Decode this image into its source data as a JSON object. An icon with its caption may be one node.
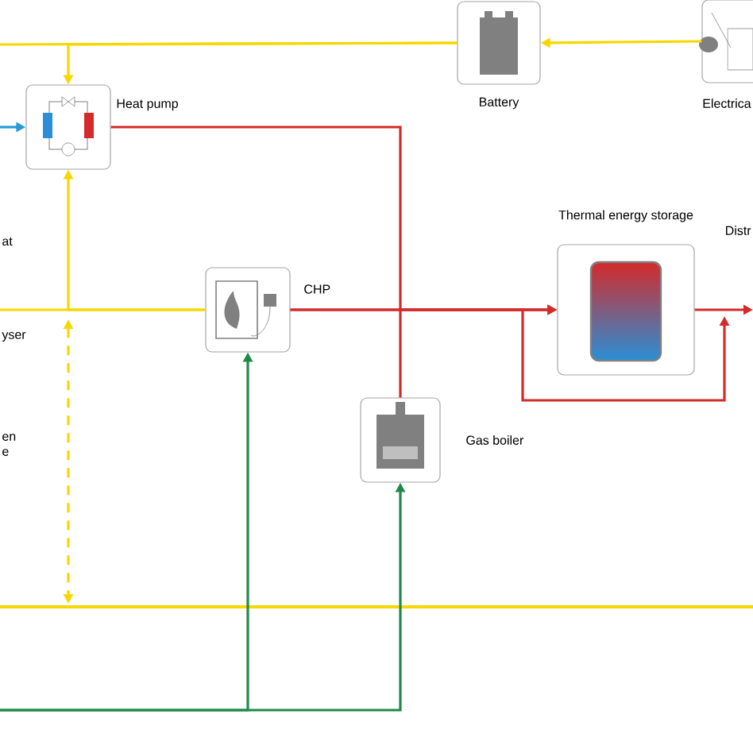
{
  "diagram": {
    "nodes": [
      {
        "text": [
          "Heat pump"
        ]
      },
      {
        "text": [
          "Battery"
        ]
      },
      {
        "text": [
          "Electrica"
        ]
      },
      {
        "text": [
          "CHP"
        ]
      },
      {
        "text": [
          "Thermal energy storage"
        ]
      },
      {
        "text": [
          "Gas boiler"
        ]
      },
      {
        "text": [
          "yser"
        ]
      }
    ],
    "edges": [
      {
        "from": 1,
        "to": 0,
        "arrow": "to"
      },
      {
        "from": 1,
        "to": null,
        "arrow": "none"
      },
      {
        "from": 2,
        "to": 1,
        "arrow": "to"
      },
      {
        "from": null,
        "to": 0,
        "arrow": "to",
        "color": "#2a9ad6"
      },
      {
        "from": 3,
        "to": 0,
        "arrow": "to"
      },
      {
        "from": 3,
        "to": 6,
        "arrow": "none"
      },
      {
        "from": 6,
        "to": null,
        "arrow": "both",
        "style": "dashed"
      },
      {
        "from": 0,
        "to": 4,
        "arrow": "to",
        "color": "#d42a2a"
      },
      {
        "from": 3,
        "to": 4,
        "arrow": "to",
        "color": "#d42a2a"
      },
      {
        "from": 5,
        "to": 4,
        "arrow": "to",
        "color": "#d42a2a"
      },
      {
        "from": 4,
        "to": null,
        "arrow": "to",
        "color": "#d42a2a"
      },
      {
        "from": 3,
        "to": null,
        "arrow": "to",
        "color": "#d42a2a"
      },
      {
        "from": null,
        "to": 3,
        "arrow": "to",
        "color": "#1f8a48"
      },
      {
        "from": null,
        "to": 5,
        "arrow": "to",
        "color": "#1f8a48"
      }
    ],
    "labels": [
      "at",
      "en e",
      "Distr"
    ]
  }
}
